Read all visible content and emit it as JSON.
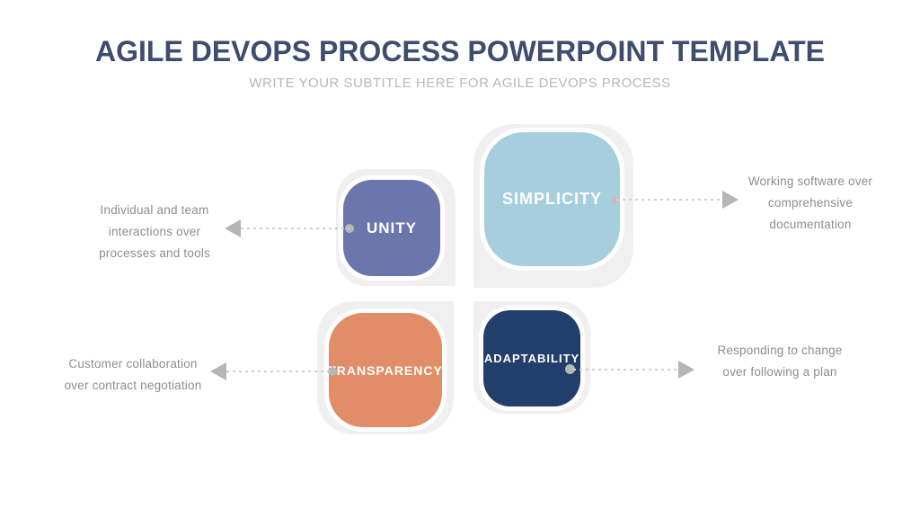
{
  "header": {
    "title": "AGILE DEVOPS PROCESS POWERPOINT TEMPLATE",
    "subtitle": "WRITE YOUR SUBTITLE HERE FOR AGILE DEVOPS PROCESS"
  },
  "colors": {
    "title_text": "#3e4d6d",
    "subtitle_text": "#b7b7b7",
    "description_text": "#8d8d8d",
    "backdrop_shape": "#f0f0f1",
    "connector_dash": "#cfcfcf",
    "connector_arrow": "#b5b5b5",
    "connector_dot": "#b7b7b7",
    "unity": "#6b76ac",
    "simplicity": "#a7cedd",
    "transparency": "#e18d68",
    "adaptability": "#223e6a"
  },
  "quadrants": [
    {
      "id": "unity",
      "label": "UNITY",
      "color": "#6b76ac",
      "connector_side": "left",
      "description_lines": [
        "Individual and team",
        "interactions over",
        "processes and tools"
      ]
    },
    {
      "id": "simplicity",
      "label": "SIMPLICITY",
      "color": "#a7cedd",
      "connector_side": "right",
      "description_lines": [
        "Working software over",
        "comprehensive",
        "documentation"
      ]
    },
    {
      "id": "transparency",
      "label": "TRANSPARENCY",
      "color": "#e18d68",
      "connector_side": "left",
      "description_lines": [
        "Customer collaboration",
        "over contract negotiation"
      ]
    },
    {
      "id": "adaptability",
      "label": "ADAPTABILITY",
      "color": "#223e6a",
      "connector_side": "right",
      "description_lines": [
        "Responding to change",
        "over following a plan"
      ]
    }
  ]
}
